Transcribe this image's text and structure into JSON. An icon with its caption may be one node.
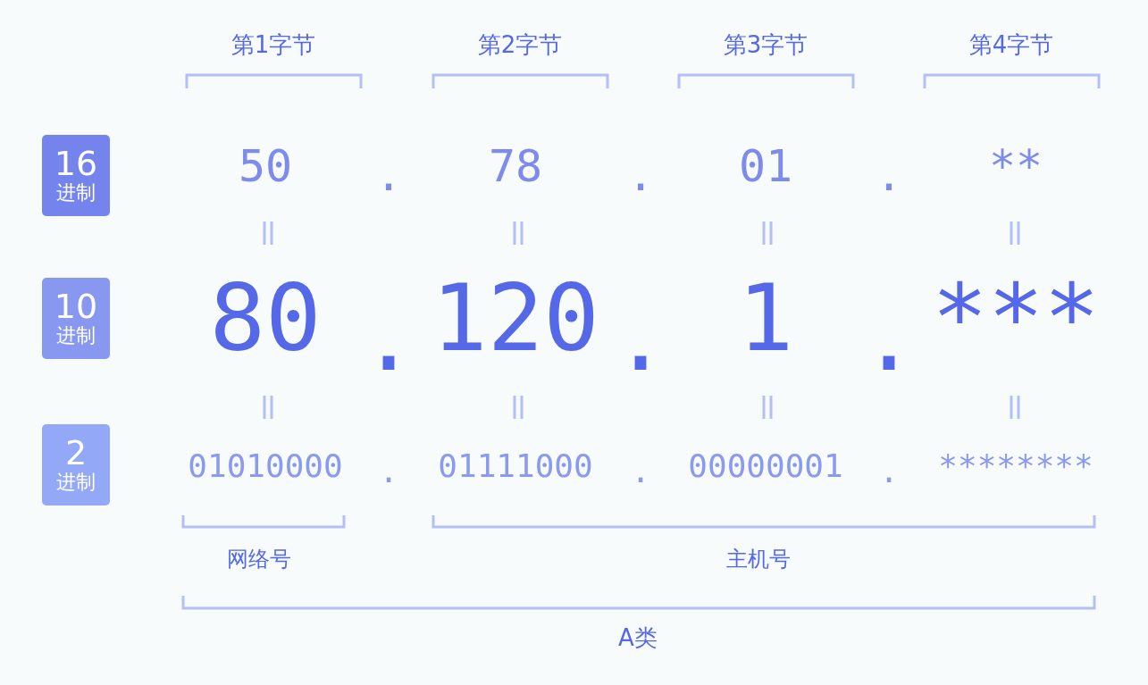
{
  "diagram": {
    "nodes": [
      {
        "text": [
          "16",
          "进制"
        ]
      },
      {
        "text": [
          "10",
          "进制"
        ]
      },
      {
        "text": [
          "2",
          "进制"
        ]
      }
    ],
    "labels": [
      "第1字节",
      "第2字节",
      "第3字节",
      "第4字节",
      "50",
      ".",
      "78",
      ".",
      "01",
      ".",
      "**",
      "80",
      ".",
      "120",
      ".",
      "1",
      ".",
      "***",
      "01010000",
      ".",
      "01111000",
      ".",
      "00000001",
      ".",
      "********",
      "网络号",
      "主机号",
      "A类"
    ]
  }
}
